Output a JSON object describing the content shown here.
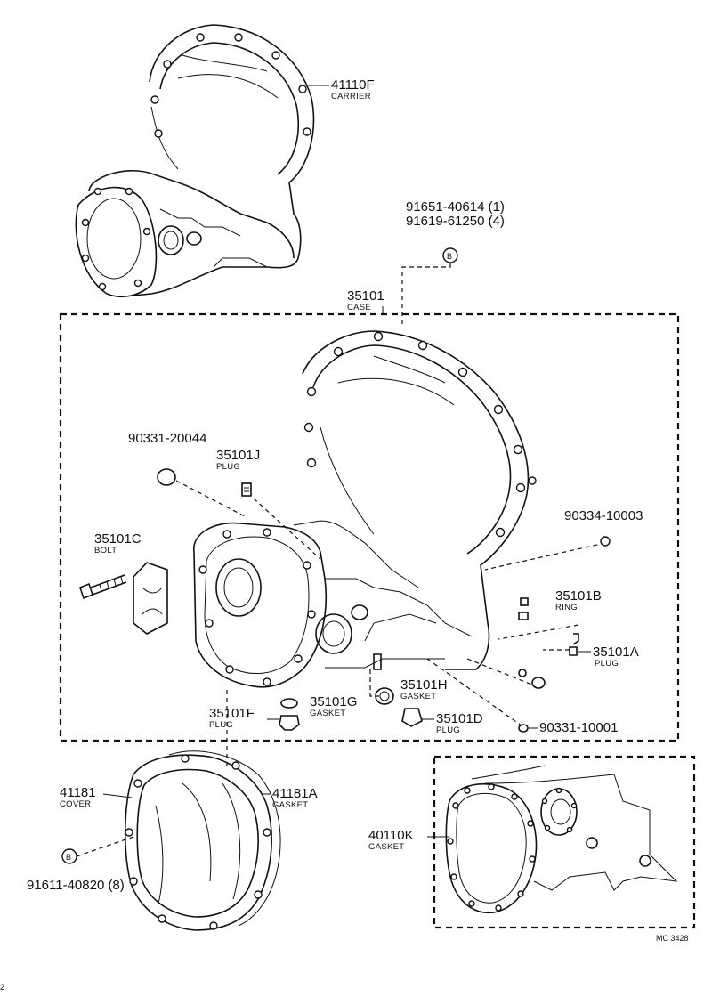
{
  "labels": {
    "carrier": {
      "number": "41110F",
      "name": "CARRIER"
    },
    "bolt_set_1": "91651-40614 (1)",
    "bolt_set_2": "91619-61250 (4)",
    "case": {
      "number": "35101",
      "name": "CASE"
    },
    "plug_20044": "90331-20044",
    "plug_j": {
      "number": "35101J",
      "name": "PLUG"
    },
    "gasket_10003": "90334-10003",
    "bolt_c": {
      "number": "35101C",
      "name": "BOLT"
    },
    "ring_b": {
      "number": "35101B",
      "name": "RING"
    },
    "plug_a": {
      "number": "35101A",
      "name": "PLUG"
    },
    "gasket_h": {
      "number": "35101H",
      "name": "GASKET"
    },
    "gasket_g": {
      "number": "35101G",
      "name": "GASKET"
    },
    "plug_f": {
      "number": "35101F",
      "name": "PLUG"
    },
    "plug_d": {
      "number": "35101D",
      "name": "PLUG"
    },
    "plug_10001": "90331-10001",
    "cover": {
      "number": "41181",
      "name": "COVER"
    },
    "cover_gasket": {
      "number": "41181A",
      "name": "GASKET"
    },
    "bolt_40820": "91611-40820 (8)",
    "gasket_k": {
      "number": "40110K",
      "name": "GASKET"
    },
    "ref_code": "MC 3428",
    "symbol_b": "B",
    "corner_mark": "2"
  }
}
